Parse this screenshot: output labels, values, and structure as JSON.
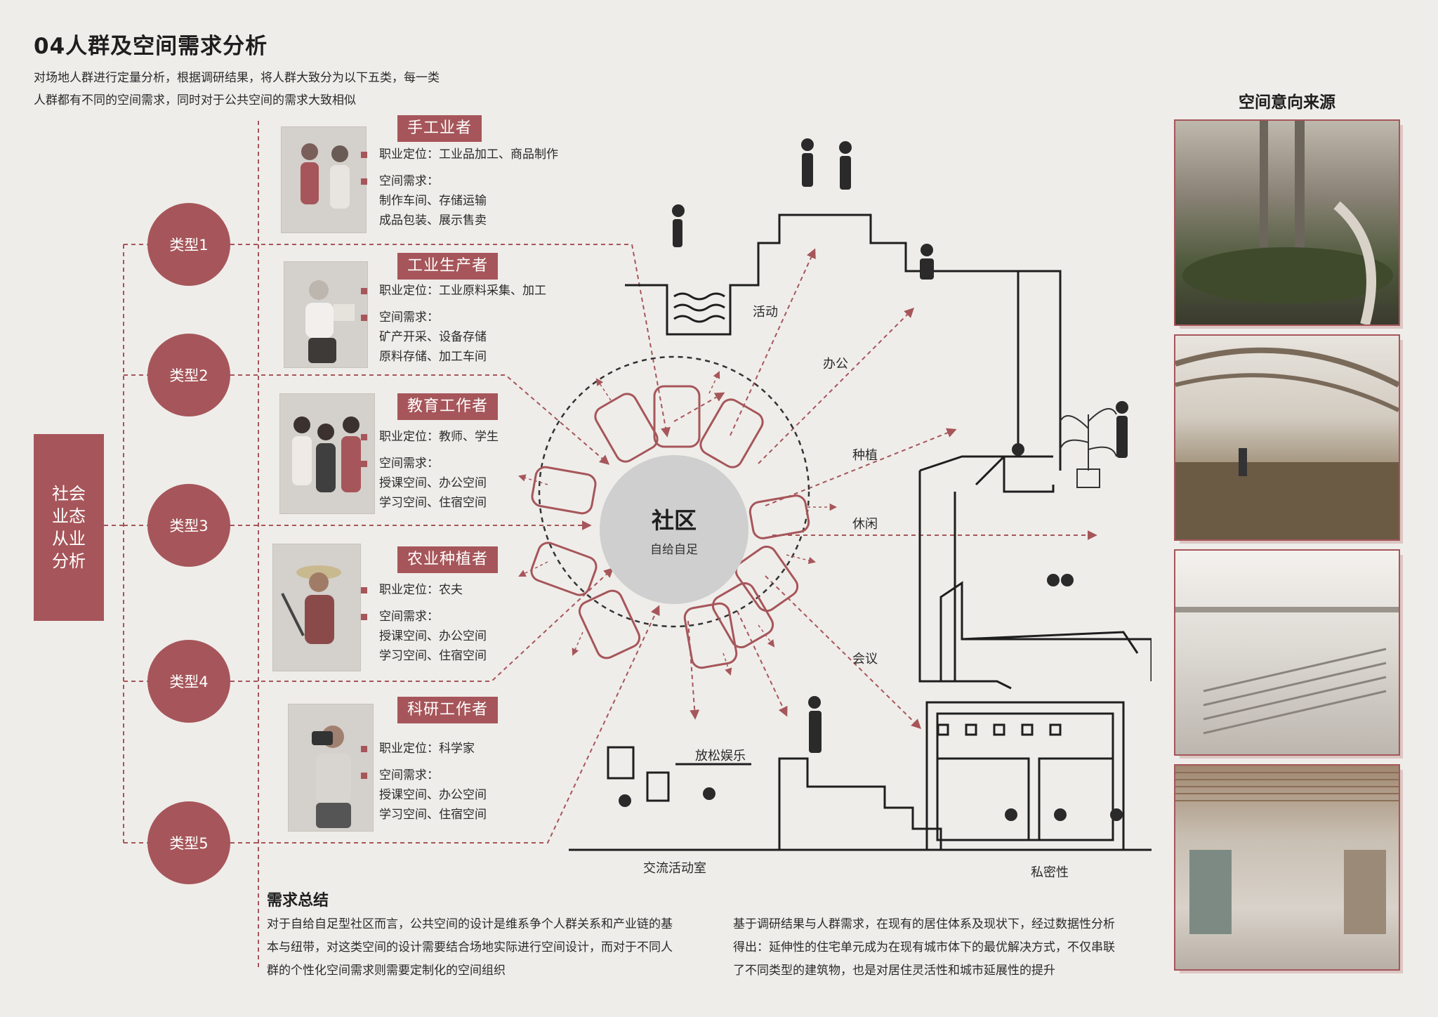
{
  "title": "04人群及空间需求分析",
  "intro": [
    "对场地人群进行定量分析，根据调研结果，将人群大致分为以下五类，每一类",
    "人群都有不同的空间需求，同时对于公共空间的需求大致相似"
  ],
  "side_label": [
    "社会",
    "业态",
    "从业",
    "分析"
  ],
  "types": [
    {
      "label": "类型1"
    },
    {
      "label": "类型2"
    },
    {
      "label": "类型3"
    },
    {
      "label": "类型4"
    },
    {
      "label": "类型5"
    }
  ],
  "roles": [
    {
      "name": "手工业者",
      "position": "职业定位：工业品加工、商品制作",
      "need_label": "空间需求：",
      "needs": [
        "制作车间、存储运输",
        "成品包装、展示售卖"
      ]
    },
    {
      "name": "工业生产者",
      "position": "职业定位：工业原料采集、加工",
      "need_label": "空间需求：",
      "needs": [
        "矿产开采、设备存储",
        "原料存储、加工车间"
      ]
    },
    {
      "name": "教育工作者",
      "position": "职业定位：教师、学生",
      "need_label": "空间需求：",
      "needs": [
        "授课空间、办公空间",
        "学习空间、住宿空间"
      ]
    },
    {
      "name": "农业种植者",
      "position": "职业定位：农夫",
      "need_label": "空间需求：",
      "needs": [
        "授课空间、办公空间",
        "学习空间、住宿空间"
      ]
    },
    {
      "name": "科研工作者",
      "position": "职业定位：科学家",
      "need_label": "空间需求：",
      "needs": [
        "授课空间、办公空间",
        "学习空间、住宿空间"
      ]
    }
  ],
  "center": {
    "title": "社区",
    "subtitle": "自给自足"
  },
  "space_labels": {
    "activity": "活动",
    "office": "办公",
    "planting": "种植",
    "leisure": "休闲",
    "meeting": "会议",
    "relax": "放松娱乐",
    "exchange": "交流活动室",
    "privacy": "私密性"
  },
  "source_title": "空间意向来源",
  "summary": {
    "title": "需求总结",
    "left": [
      "对于自给自足型社区而言，公共空间的设计是维系争个人群关系和产业链的基",
      "本与纽带，对这类空间的设计需要结合场地实际进行空间设计，而对于不同人",
      "群的个性化空间需求则需要定制化的空间组织"
    ],
    "right": [
      "基于调研结果与人群需求，在现有的居住体系及现状下，经过数据性分析",
      "得出：延伸性的住宅单元成为在现有城市体下的最优解决方式，不仅串联",
      "了不同类型的建筑物，也是对居住灵活性和城市延展性的提升"
    ]
  },
  "colors": {
    "accent": "#a6565a",
    "background": "#efedea",
    "center": "#cfcfcf"
  }
}
